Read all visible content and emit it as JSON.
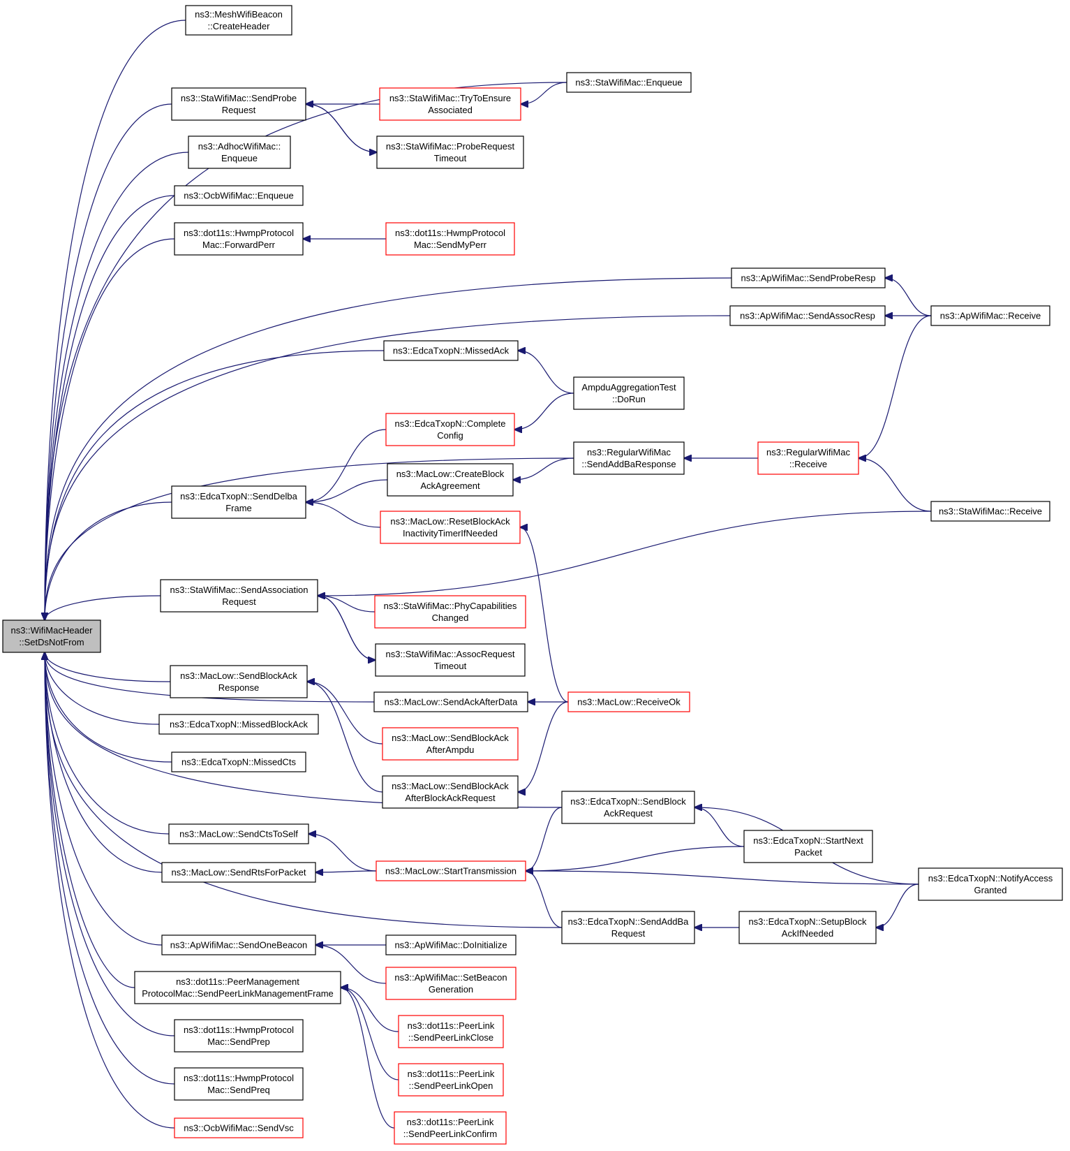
{
  "graph_title": "",
  "colors": {
    "edge": "#191970",
    "red_border": "#ff0000",
    "black_border": "#000000",
    "root_fill": "#bfbfbf"
  },
  "nodes": {
    "root": [
      "ns3::WifiMacHeader",
      "::SetDsNotFrom"
    ],
    "mesh_createheader": [
      "ns3::MeshWifiBeacon",
      "::CreateHeader"
    ],
    "sta_sendprobe": [
      "ns3::StaWifiMac::SendProbe",
      "Request"
    ],
    "adhoc_enqueue": [
      "ns3::AdhocWifiMac::",
      "Enqueue"
    ],
    "ocb_enqueue": [
      "ns3::OcbWifiMac::Enqueue"
    ],
    "hwmp_forwardperr": [
      "ns3::dot11s::HwmpProtocol",
      "Mac::ForwardPerr"
    ],
    "edca_senddelba": [
      "ns3::EdcaTxopN::SendDelba",
      "Frame"
    ],
    "sta_sendassoc": [
      "ns3::StaWifiMac::SendAssociation",
      "Request"
    ],
    "maclow_sendblockackresp": [
      "ns3::MacLow::SendBlockAck",
      "Response"
    ],
    "edca_missedblockack": [
      "ns3::EdcaTxopN::MissedBlockAck"
    ],
    "edca_missedcts": [
      "ns3::EdcaTxopN::MissedCts"
    ],
    "maclow_sendctstoself": [
      "ns3::MacLow::SendCtsToSelf"
    ],
    "maclow_sendrts": [
      "ns3::MacLow::SendRtsForPacket"
    ],
    "ap_sendonebeacon": [
      "ns3::ApWifiMac::SendOneBeacon"
    ],
    "peermgmt_sendframe": [
      "ns3::dot11s::PeerManagement",
      "ProtocolMac::SendPeerLinkManagementFrame"
    ],
    "hwmp_sendprep": [
      "ns3::dot11s::HwmpProtocol",
      "Mac::SendPrep"
    ],
    "hwmp_sendpreq": [
      "ns3::dot11s::HwmpProtocol",
      "Mac::SendPreq"
    ],
    "ocb_sendvsc": [
      "ns3::OcbWifiMac::SendVsc"
    ],
    "sta_trytoensure": [
      "ns3::StaWifiMac::TryToEnsure",
      "Associated"
    ],
    "sta_probetimeout": [
      "ns3::StaWifiMac::ProbeRequest",
      "Timeout"
    ],
    "hwmp_sendmyperr": [
      "ns3::dot11s::HwmpProtocol",
      "Mac::SendMyPerr"
    ],
    "edca_missedack": [
      "ns3::EdcaTxopN::MissedAck"
    ],
    "edca_completeconfig": [
      "ns3::EdcaTxopN::Complete",
      "Config"
    ],
    "maclow_createblockack": [
      "ns3::MacLow::CreateBlock",
      "AckAgreement"
    ],
    "maclow_resetblockack": [
      "ns3::MacLow::ResetBlockAck",
      "InactivityTimerIfNeeded"
    ],
    "sta_phycap": [
      "ns3::StaWifiMac::PhyCapabilities",
      "Changed"
    ],
    "sta_assoctimeout": [
      "ns3::StaWifiMac::AssocRequest",
      "Timeout"
    ],
    "maclow_sendackafterdata": [
      "ns3::MacLow::SendAckAfterData"
    ],
    "maclow_sendblockackampdu": [
      "ns3::MacLow::SendBlockAck",
      "AfterAmpdu"
    ],
    "maclow_sendblockackreq": [
      "ns3::MacLow::SendBlockAck",
      "AfterBlockAckRequest"
    ],
    "maclow_starttx": [
      "ns3::MacLow::StartTransmission"
    ],
    "ap_doinit": [
      "ns3::ApWifiMac::DoInitialize"
    ],
    "ap_setbeacon": [
      "ns3::ApWifiMac::SetBeacon",
      "Generation"
    ],
    "peerlink_close": [
      "ns3::dot11s::PeerLink",
      "::SendPeerLinkClose"
    ],
    "peerlink_open": [
      "ns3::dot11s::PeerLink",
      "::SendPeerLinkOpen"
    ],
    "peerlink_confirm": [
      "ns3::dot11s::PeerLink",
      "::SendPeerLinkConfirm"
    ],
    "sta_enqueue": [
      "ns3::StaWifiMac::Enqueue"
    ],
    "ap_sendproberesp": [
      "ns3::ApWifiMac::SendProbeResp"
    ],
    "ap_sendassocresp": [
      "ns3::ApWifiMac::SendAssocResp"
    ],
    "ampdu_dorun": [
      "AmpduAggregationTest",
      "::DoRun"
    ],
    "regular_sendaddbaresp": [
      "ns3::RegularWifiMac",
      "::SendAddBaResponse"
    ],
    "maclow_receiveok": [
      "ns3::MacLow::ReceiveOk"
    ],
    "edca_sendblockackreq": [
      "ns3::EdcaTxopN::SendBlock",
      "AckRequest"
    ],
    "edca_sendaddbareq": [
      "ns3::EdcaTxopN::SendAddBa",
      "Request"
    ],
    "regular_receive": [
      "ns3::RegularWifiMac",
      "::Receive"
    ],
    "edca_startnext": [
      "ns3::EdcaTxopN::StartNext",
      "Packet"
    ],
    "edca_setupblockack": [
      "ns3::EdcaTxopN::SetupBlock",
      "AckIfNeeded"
    ],
    "ap_receive": [
      "ns3::ApWifiMac::Receive"
    ],
    "sta_receive": [
      "ns3::StaWifiMac::Receive"
    ],
    "edca_notifyaccess": [
      "ns3::EdcaTxopN::NotifyAccess",
      "Granted"
    ]
  },
  "red_nodes": [
    "ocb_sendvsc",
    "sta_trytoensure",
    "hwmp_sendmyperr",
    "edca_completeconfig",
    "maclow_resetblockack",
    "sta_phycap",
    "maclow_sendblockackampdu",
    "maclow_starttx",
    "ap_setbeacon",
    "peerlink_close",
    "peerlink_open",
    "peerlink_confirm",
    "maclow_receiveok",
    "regular_receive"
  ],
  "edges": [
    [
      "mesh_createheader",
      "root"
    ],
    [
      "sta_sendprobe",
      "root"
    ],
    [
      "adhoc_enqueue",
      "root"
    ],
    [
      "ocb_enqueue",
      "root"
    ],
    [
      "hwmp_forwardperr",
      "root"
    ],
    [
      "edca_senddelba",
      "root"
    ],
    [
      "sta_sendassoc",
      "root"
    ],
    [
      "maclow_sendblockackresp",
      "root"
    ],
    [
      "edca_missedblockack",
      "root"
    ],
    [
      "edca_missedcts",
      "root"
    ],
    [
      "maclow_sendctstoself",
      "root"
    ],
    [
      "maclow_sendrts",
      "root"
    ],
    [
      "ap_sendonebeacon",
      "root"
    ],
    [
      "peermgmt_sendframe",
      "root"
    ],
    [
      "hwmp_sendprep",
      "root"
    ],
    [
      "hwmp_sendpreq",
      "root"
    ],
    [
      "ocb_sendvsc",
      "root"
    ],
    [
      "sta_enqueue",
      "root"
    ],
    [
      "ap_sendproberesp",
      "root"
    ],
    [
      "ap_sendassocresp",
      "root"
    ],
    [
      "edca_missedack",
      "root"
    ],
    [
      "regular_sendaddbaresp",
      "root"
    ],
    [
      "maclow_sendackafterdata",
      "root"
    ],
    [
      "edca_sendblockackreq",
      "root"
    ],
    [
      "edca_sendaddbareq",
      "root"
    ],
    [
      "sta_trytoensure",
      "sta_sendprobe"
    ],
    [
      "sta_probetimeout",
      "sta_sendprobe"
    ],
    [
      "sta_sendprobe",
      "sta_probetimeout"
    ],
    [
      "sta_enqueue",
      "sta_trytoensure"
    ],
    [
      "hwmp_sendmyperr",
      "hwmp_forwardperr"
    ],
    [
      "edca_completeconfig",
      "edca_senddelba"
    ],
    [
      "maclow_createblockack",
      "edca_senddelba"
    ],
    [
      "maclow_resetblockack",
      "edca_senddelba"
    ],
    [
      "sta_receive",
      "sta_sendassoc"
    ],
    [
      "sta_phycap",
      "sta_sendassoc"
    ],
    [
      "sta_assoctimeout",
      "sta_sendassoc"
    ],
    [
      "sta_sendassoc",
      "sta_assoctimeout"
    ],
    [
      "maclow_sendblockackampdu",
      "maclow_sendblockackresp"
    ],
    [
      "maclow_sendblockackreq",
      "maclow_sendblockackresp"
    ],
    [
      "maclow_starttx",
      "maclow_sendctstoself"
    ],
    [
      "maclow_starttx",
      "maclow_sendrts"
    ],
    [
      "ap_doinit",
      "ap_sendonebeacon"
    ],
    [
      "ap_setbeacon",
      "ap_sendonebeacon"
    ],
    [
      "peerlink_close",
      "peermgmt_sendframe"
    ],
    [
      "peerlink_open",
      "peermgmt_sendframe"
    ],
    [
      "peerlink_confirm",
      "peermgmt_sendframe"
    ],
    [
      "ampdu_dorun",
      "edca_missedack"
    ],
    [
      "ampdu_dorun",
      "edca_completeconfig"
    ],
    [
      "regular_sendaddbaresp",
      "maclow_createblockack"
    ],
    [
      "maclow_receiveok",
      "maclow_resetblockack"
    ],
    [
      "maclow_receiveok",
      "maclow_sendackafterdata"
    ],
    [
      "maclow_receiveok",
      "maclow_sendblockackreq"
    ],
    [
      "edca_sendblockackreq",
      "maclow_starttx"
    ],
    [
      "edca_startnext",
      "maclow_starttx"
    ],
    [
      "edca_notifyaccess",
      "maclow_starttx"
    ],
    [
      "edca_sendaddbareq",
      "maclow_starttx"
    ],
    [
      "ap_receive",
      "ap_sendproberesp"
    ],
    [
      "ap_receive",
      "ap_sendassocresp"
    ],
    [
      "regular_receive",
      "regular_sendaddbaresp"
    ],
    [
      "ap_receive",
      "regular_receive"
    ],
    [
      "sta_receive",
      "regular_receive"
    ],
    [
      "edca_startnext",
      "edca_sendblockackreq"
    ],
    [
      "edca_notifyaccess",
      "edca_sendblockackreq"
    ],
    [
      "edca_setupblockack",
      "edca_sendaddbareq"
    ],
    [
      "edca_notifyaccess",
      "edca_setupblockack"
    ]
  ]
}
